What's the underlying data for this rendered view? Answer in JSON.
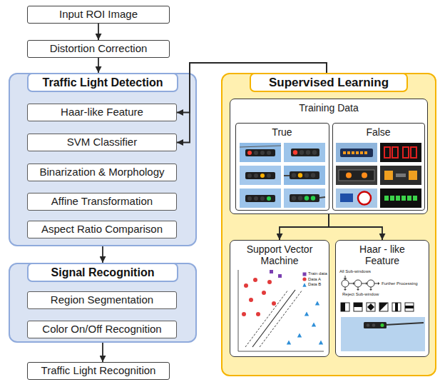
{
  "diagram": {
    "nodes": [
      {
        "text": [
          "Input ROI Image"
        ]
      },
      {
        "text": [
          "Distortion Correction"
        ]
      },
      {
        "text": [
          "Traffic Light Detection"
        ]
      },
      {
        "text": [
          "Haar-like Feature"
        ],
        "in": 2
      },
      {
        "text": [
          "SVM Classifier"
        ],
        "in": 2
      },
      {
        "text": [
          "Binarization & Morphology"
        ],
        "in": 2
      },
      {
        "text": [
          "Affine Transformation"
        ],
        "in": 2
      },
      {
        "text": [
          "Aspect Ratio Comparison"
        ],
        "in": 2
      },
      {
        "text": [
          "Signal Recognition"
        ]
      },
      {
        "text": [
          "Region Segmentation"
        ],
        "in": 8
      },
      {
        "text": [
          "Color On/Off Recognition"
        ],
        "in": 8
      },
      {
        "text": [
          "Traffic Light Recognition"
        ]
      },
      {
        "text": [
          "Supervised Learning"
        ]
      },
      {
        "text": [
          "Training Data"
        ],
        "in": 12
      },
      {
        "text": [
          "True"
        ],
        "in": 13
      },
      {
        "text": [
          "False"
        ],
        "in": 13
      },
      {
        "text": [
          "Support Vector Machine"
        ],
        "in": 12
      },
      {
        "text": [
          "Haar - like Feature"
        ],
        "in": 12
      }
    ],
    "edges": [
      {
        "from": 0,
        "to": 1,
        "arrow": "to"
      },
      {
        "from": 1,
        "to": 2,
        "arrow": "to"
      },
      {
        "from": 2,
        "to": 8,
        "arrow": "to"
      },
      {
        "from": 8,
        "to": 11,
        "arrow": "to"
      },
      {
        "from": 12,
        "to": 3,
        "arrow": "to"
      },
      {
        "from": 12,
        "to": 4,
        "arrow": "to"
      },
      {
        "from": 13,
        "to": 16,
        "arrow": "to"
      },
      {
        "from": 13,
        "to": 17,
        "arrow": "to"
      }
    ],
    "labels": [
      "All Sub-windows",
      "Further Processing",
      "Reject Sub-window"
    ],
    "legend": [
      {
        "text": "Train data"
      },
      {
        "text": "Data A"
      },
      {
        "text": "Data B"
      }
    ]
  }
}
